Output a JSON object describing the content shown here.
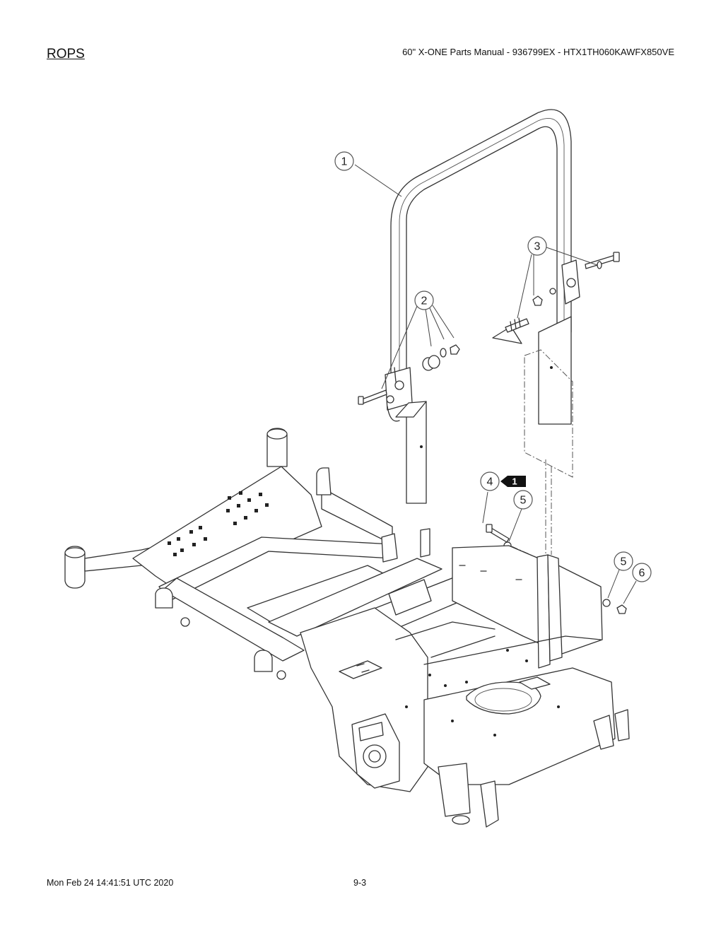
{
  "header": {
    "section_title": "ROPS",
    "manual_title": "60\" X-ONE Parts Manual - 936799EX - HTX1TH060KAWFX850VE"
  },
  "footer": {
    "timestamp": "Mon Feb 24 14:41:51 UTC 2020",
    "page_number": "9-3"
  },
  "callouts": [
    {
      "id": "callout-1",
      "label": "1"
    },
    {
      "id": "callout-2",
      "label": "2"
    },
    {
      "id": "callout-3",
      "label": "3"
    },
    {
      "id": "callout-4",
      "label": "4"
    },
    {
      "id": "callout-5a",
      "label": "5"
    },
    {
      "id": "callout-5b",
      "label": "5"
    },
    {
      "id": "callout-6",
      "label": "6"
    }
  ],
  "note_tag": {
    "label": "1"
  }
}
